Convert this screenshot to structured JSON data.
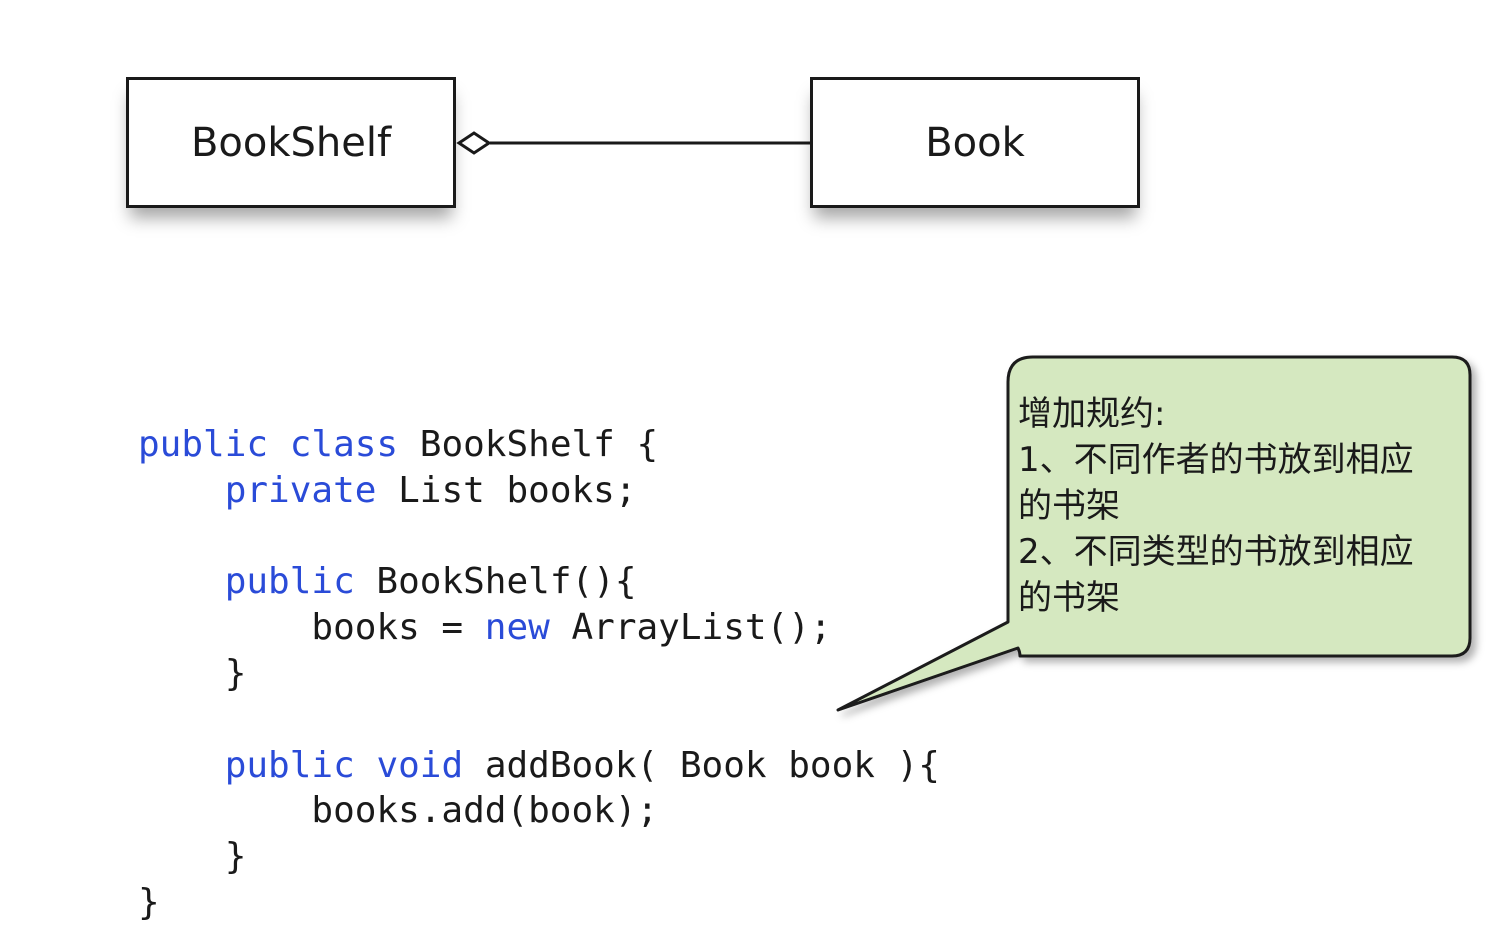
{
  "diagram": {
    "classes": [
      {
        "id": "bookshelf",
        "label": "BookShelf"
      },
      {
        "id": "book",
        "label": "Book"
      }
    ],
    "relation": {
      "type": "aggregation",
      "from": "bookshelf",
      "to": "book"
    }
  },
  "code": {
    "lines": [
      [
        {
          "t": "public",
          "k": true
        },
        {
          "t": " "
        },
        {
          "t": "class",
          "k": true
        },
        {
          "t": " BookShelf {"
        }
      ],
      [
        {
          "t": "    "
        },
        {
          "t": "private",
          "k": true
        },
        {
          "t": " List books;"
        }
      ],
      [],
      [
        {
          "t": "    "
        },
        {
          "t": "public",
          "k": true
        },
        {
          "t": " BookShelf(){"
        }
      ],
      [
        {
          "t": "        books = "
        },
        {
          "t": "new",
          "k": true
        },
        {
          "t": " ArrayList();"
        }
      ],
      [
        {
          "t": "    }"
        }
      ],
      [],
      [
        {
          "t": "    "
        },
        {
          "t": "public",
          "k": true
        },
        {
          "t": " "
        },
        {
          "t": "void",
          "k": true
        },
        {
          "t": " addBook( Book book ){"
        }
      ],
      [
        {
          "t": "        books.add(book);"
        }
      ],
      [
        {
          "t": "    }"
        }
      ],
      [
        {
          "t": "}"
        }
      ]
    ]
  },
  "callout": {
    "lines": [
      "增加规约:",
      "1、不同作者的书放到相应",
      "的书架",
      "2、不同类型的书放到相应",
      "的书架"
    ],
    "fill": "#d5e8c0",
    "stroke": "#1a1a1a"
  },
  "colors": {
    "keyword": "#2a4bd8",
    "text": "#1a1a1a"
  }
}
